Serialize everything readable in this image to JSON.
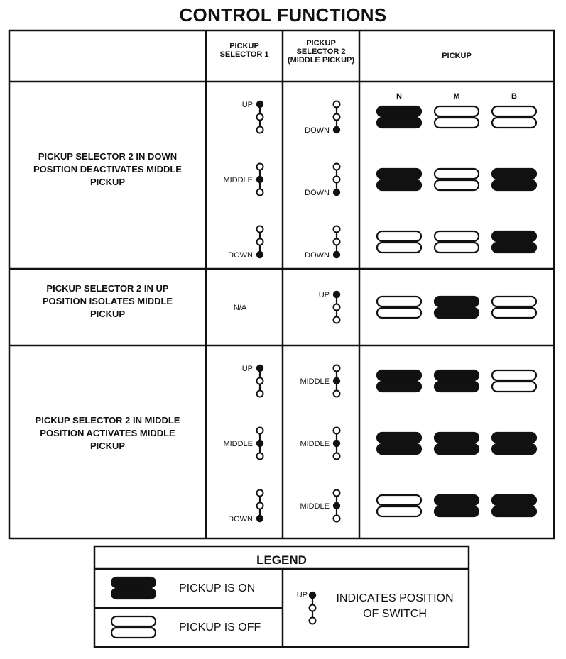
{
  "title": "CONTROL FUNCTIONS",
  "headers": {
    "selector1": [
      "PICKUP",
      "SELECTOR 1"
    ],
    "selector2": [
      "PICKUP",
      "SELECTOR 2",
      "(MIDDLE PICKUP)"
    ],
    "pickup": "PICKUP",
    "columns": [
      "N",
      "M",
      "B"
    ]
  },
  "groups": [
    {
      "description": [
        "PICKUP SELECTOR 2 IN DOWN",
        "POSITION DEACTIVATES MIDDLE",
        "PICKUP"
      ],
      "rows": [
        {
          "sel1": "UP",
          "sel2": "DOWN",
          "pickups": [
            "on",
            "off",
            "off"
          ]
        },
        {
          "sel1": "MIDDLE",
          "sel2": "DOWN",
          "pickups": [
            "on",
            "off",
            "on"
          ]
        },
        {
          "sel1": "DOWN",
          "sel2": "DOWN",
          "pickups": [
            "off",
            "off",
            "on"
          ]
        }
      ]
    },
    {
      "description": [
        "PICKUP SELECTOR 2 IN UP",
        "POSITION ISOLATES MIDDLE",
        "PICKUP"
      ],
      "rows": [
        {
          "sel1": "N/A",
          "sel2": "UP",
          "pickups": [
            "off",
            "on",
            "off"
          ]
        }
      ]
    },
    {
      "description": [
        "PICKUP SELECTOR 2 IN MIDDLE",
        "POSITION ACTIVATES MIDDLE",
        "PICKUP"
      ],
      "rows": [
        {
          "sel1": "UP",
          "sel2": "MIDDLE",
          "pickups": [
            "on",
            "on",
            "off"
          ]
        },
        {
          "sel1": "MIDDLE",
          "sel2": "MIDDLE",
          "pickups": [
            "on",
            "on",
            "on"
          ]
        },
        {
          "sel1": "DOWN",
          "sel2": "MIDDLE",
          "pickups": [
            "off",
            "on",
            "on"
          ]
        }
      ]
    }
  ],
  "legend": {
    "title": "LEGEND",
    "on_label": "PICKUP IS ON",
    "off_label": "PICKUP IS OFF",
    "switch_label": [
      "INDICATES POSITION",
      "OF SWITCH"
    ],
    "switch_example": "UP"
  },
  "colors": {
    "ink": "#111111",
    "background": "#ffffff"
  }
}
